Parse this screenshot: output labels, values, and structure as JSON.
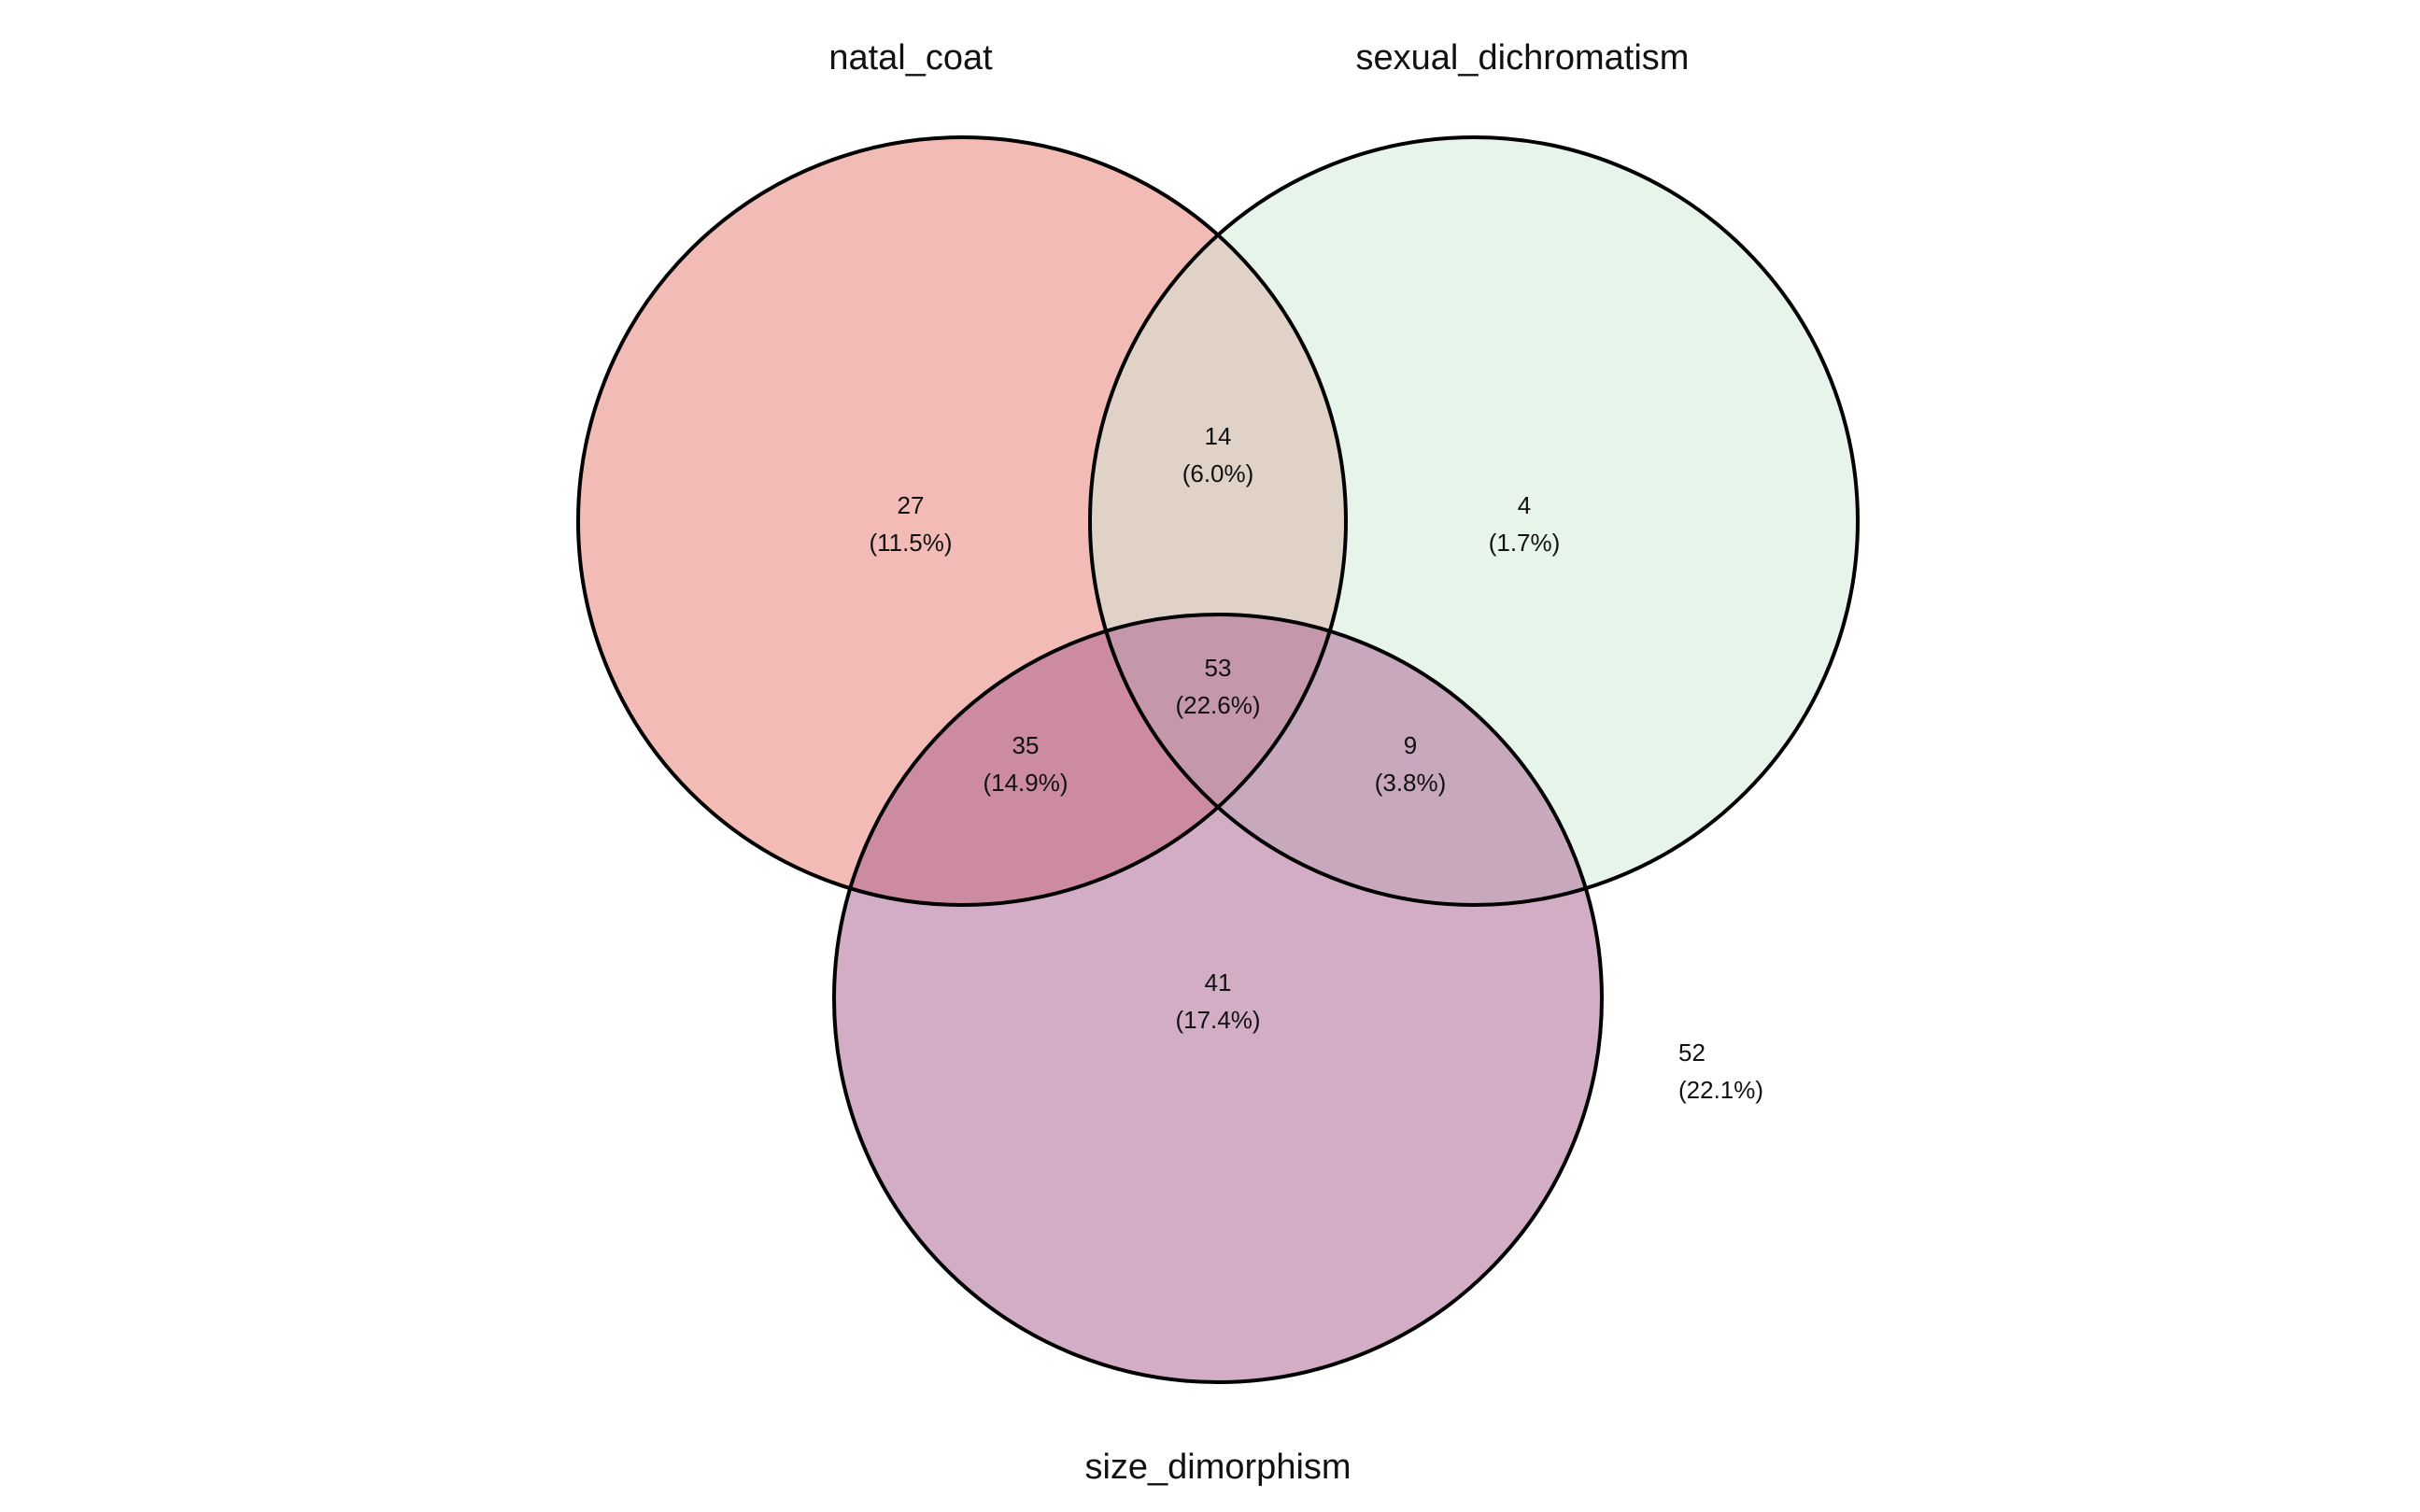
{
  "sets": [
    {
      "id": "a",
      "label": "natal_coat",
      "color": "#E8776E"
    },
    {
      "id": "b",
      "label": "sexual_dichromatism",
      "color": "#CDE9D6"
    },
    {
      "id": "c",
      "label": "size_dimorphism",
      "color": "#A85C8E"
    }
  ],
  "fill_opacity": 0.5,
  "regions": {
    "a_only": {
      "count": "27",
      "percent": "(11.5%)"
    },
    "ab_only": {
      "count": "14",
      "percent": "(6.0%)"
    },
    "b_only": {
      "count": "4",
      "percent": "(1.7%)"
    },
    "abc": {
      "count": "53",
      "percent": "(22.6%)"
    },
    "ac_only": {
      "count": "35",
      "percent": "(14.9%)"
    },
    "bc_only": {
      "count": "9",
      "percent": "(3.8%)"
    },
    "c_only": {
      "count": "41",
      "percent": "(17.4%)"
    },
    "none": {
      "count": "52",
      "percent": "(22.1%)"
    }
  }
}
